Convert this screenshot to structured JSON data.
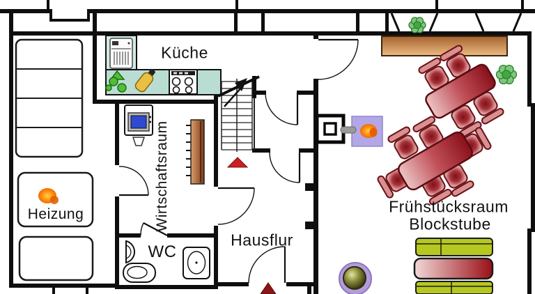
{
  "rooms": {
    "kitchen": {
      "label": "Küche"
    },
    "utility": {
      "label": "Wirtschaftsraum"
    },
    "heating": {
      "label": "Heizung"
    },
    "wc": {
      "label": "WC"
    },
    "hallway": {
      "label": "Hausflur"
    },
    "breakfast": {
      "label_line1": "Frühstücksraum",
      "label_line2": "Blockstube"
    }
  },
  "colors": {
    "wall": "#0e0e0e",
    "kitchen_tile": "#d2eae6",
    "kitchen_area": "#b9ddd3",
    "appliance_blue": "#2f49cf",
    "bench_green": "#b6c81f",
    "stove_purple": "#b4a7e8",
    "plant_green": "#7cc87c",
    "marker_red": "#cc2020",
    "disc_purple": "#b49cd9",
    "flame_orange": "#ff8c00",
    "table_red_dark": "#8a101b",
    "wood_brown": "#b06a3a"
  },
  "icons": {
    "fridge-icon": "white cabinet with vents",
    "stove-icon": "4-burner cooktop",
    "vegetables-icon": "green produce",
    "brush-icon": "yellow scrub brush",
    "washing-machine-icon": "front loader with blue door",
    "workbench-icon": "wood plank with hooks",
    "flame-icon": "orange flame",
    "urinal-icon": "half oval",
    "washbasin-icon": "oval basin",
    "toilet-icon": "oval in rounded square",
    "stairs-up-arrow-icon": "diagonal arrow over treads",
    "entrance-arrow-icon": "red triangle",
    "chimney-icon": "square flue",
    "tiled-stove-icon": "purple stove with fire",
    "plant-icon": "green flower blob",
    "round-table-icon": "purple ring with olive top"
  }
}
